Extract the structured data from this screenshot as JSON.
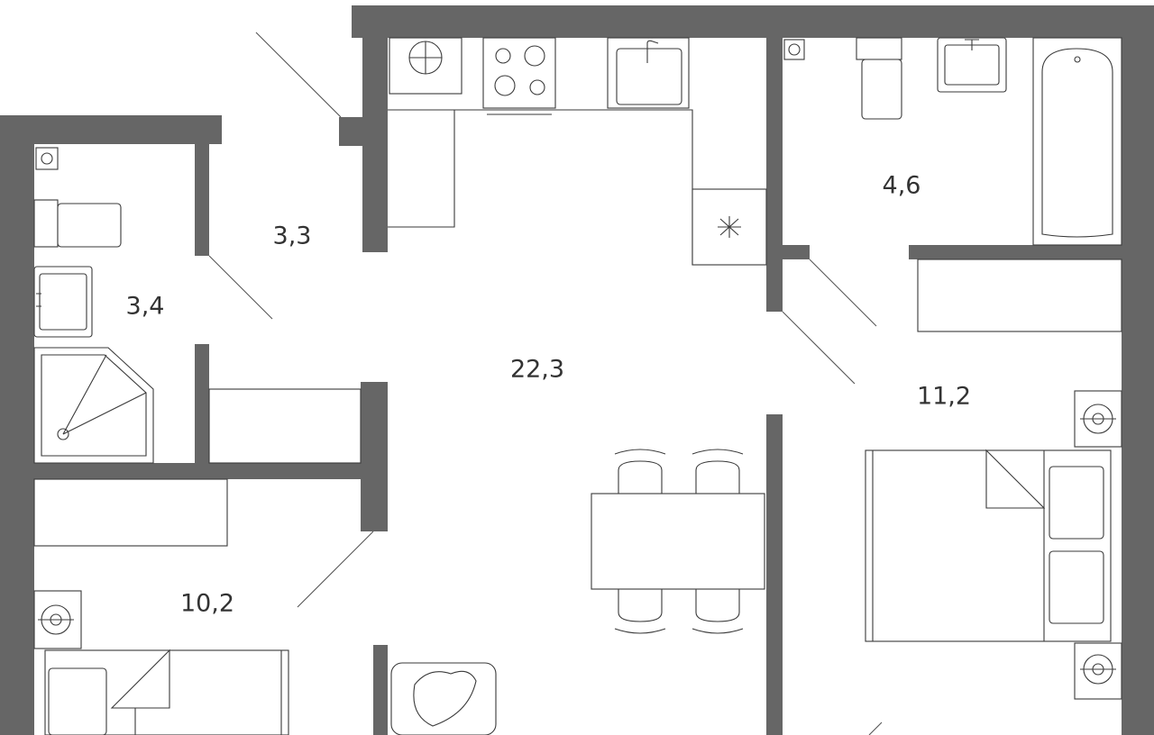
{
  "rooms": [
    {
      "id": "hall",
      "area": "3,3"
    },
    {
      "id": "shower-room",
      "area": "3,4"
    },
    {
      "id": "living-kitchen",
      "area": "22,3"
    },
    {
      "id": "bathroom",
      "area": "4,6"
    },
    {
      "id": "bedroom-large",
      "area": "11,2"
    },
    {
      "id": "bedroom-small",
      "area": "10,2"
    }
  ],
  "colors": {
    "wall": "#666666",
    "line": "#3a3a3a",
    "background": "#ffffff",
    "text": "#333333"
  }
}
